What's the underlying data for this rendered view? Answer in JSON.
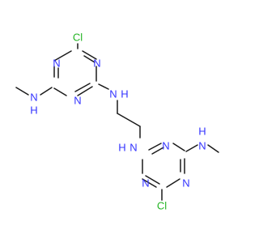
{
  "molecule": {
    "atoms": {
      "cl1": {
        "label": "Cl",
        "color": "#22b422"
      },
      "n1": {
        "label": "N",
        "color": "#3333ff"
      },
      "n2": {
        "label": "N",
        "color": "#3333ff"
      },
      "n3": {
        "label": "N",
        "color": "#3333ff"
      },
      "nh1": {
        "label": "N",
        "sub": "H",
        "color": "#3333ff"
      },
      "nh2": {
        "label": "N",
        "sub": "H",
        "color": "#3333ff"
      },
      "nh3": {
        "label": "N",
        "sub": "H",
        "color": "#3333ff"
      },
      "nh4": {
        "label": "N",
        "sub": "H",
        "color": "#3333ff"
      },
      "n4": {
        "label": "N",
        "color": "#3333ff"
      },
      "n5": {
        "label": "N",
        "color": "#3333ff"
      },
      "n6": {
        "label": "N",
        "color": "#3333ff"
      },
      "cl2": {
        "label": "Cl",
        "color": "#22b422"
      }
    }
  }
}
